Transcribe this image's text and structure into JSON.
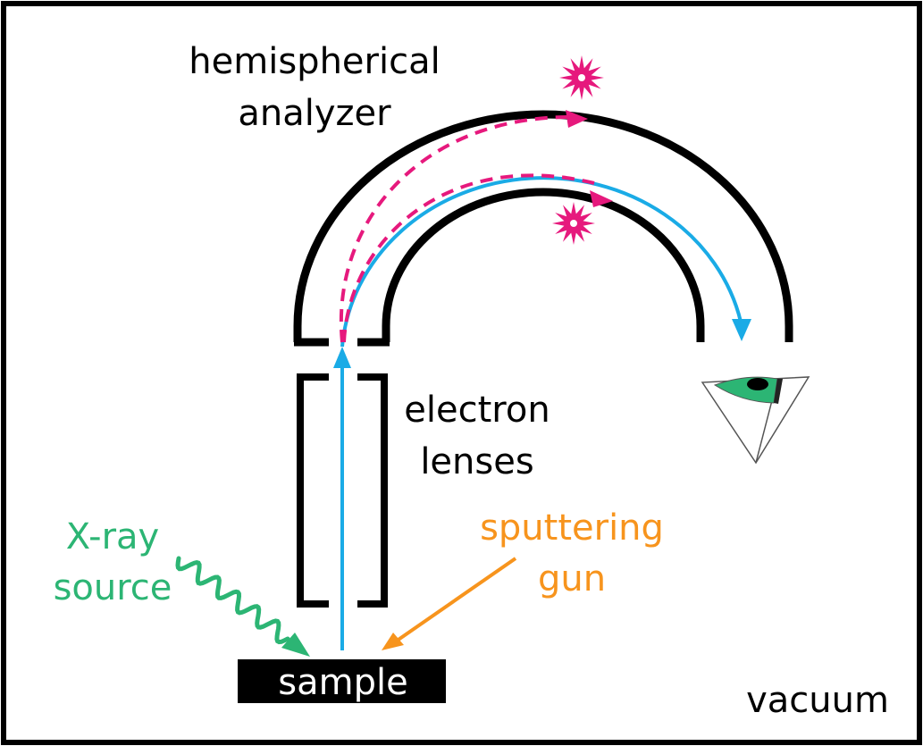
{
  "diagram": {
    "title": "XPS instrument schematic",
    "labels": {
      "analyzer_line1": "hemispherical",
      "analyzer_line2": "analyzer",
      "lenses_line1": "electron",
      "lenses_line2": "lenses",
      "xray_line1": "X-ray",
      "xray_line2": "source",
      "sputter_line1": "sputtering",
      "sputter_line2": "gun",
      "sample": "sample",
      "vacuum": "vacuum"
    },
    "colors": {
      "frame": "#000000",
      "electron_path": "#1aabe6",
      "deflected_path": "#e6197d",
      "xray": "#2cb574",
      "sputter": "#f7941d",
      "sample_fill": "#000000",
      "sample_text": "#ffffff",
      "detector_eye": "#2cb574"
    },
    "icons": [
      "starburst-icon",
      "starburst-icon",
      "eye-detector-icon"
    ]
  }
}
